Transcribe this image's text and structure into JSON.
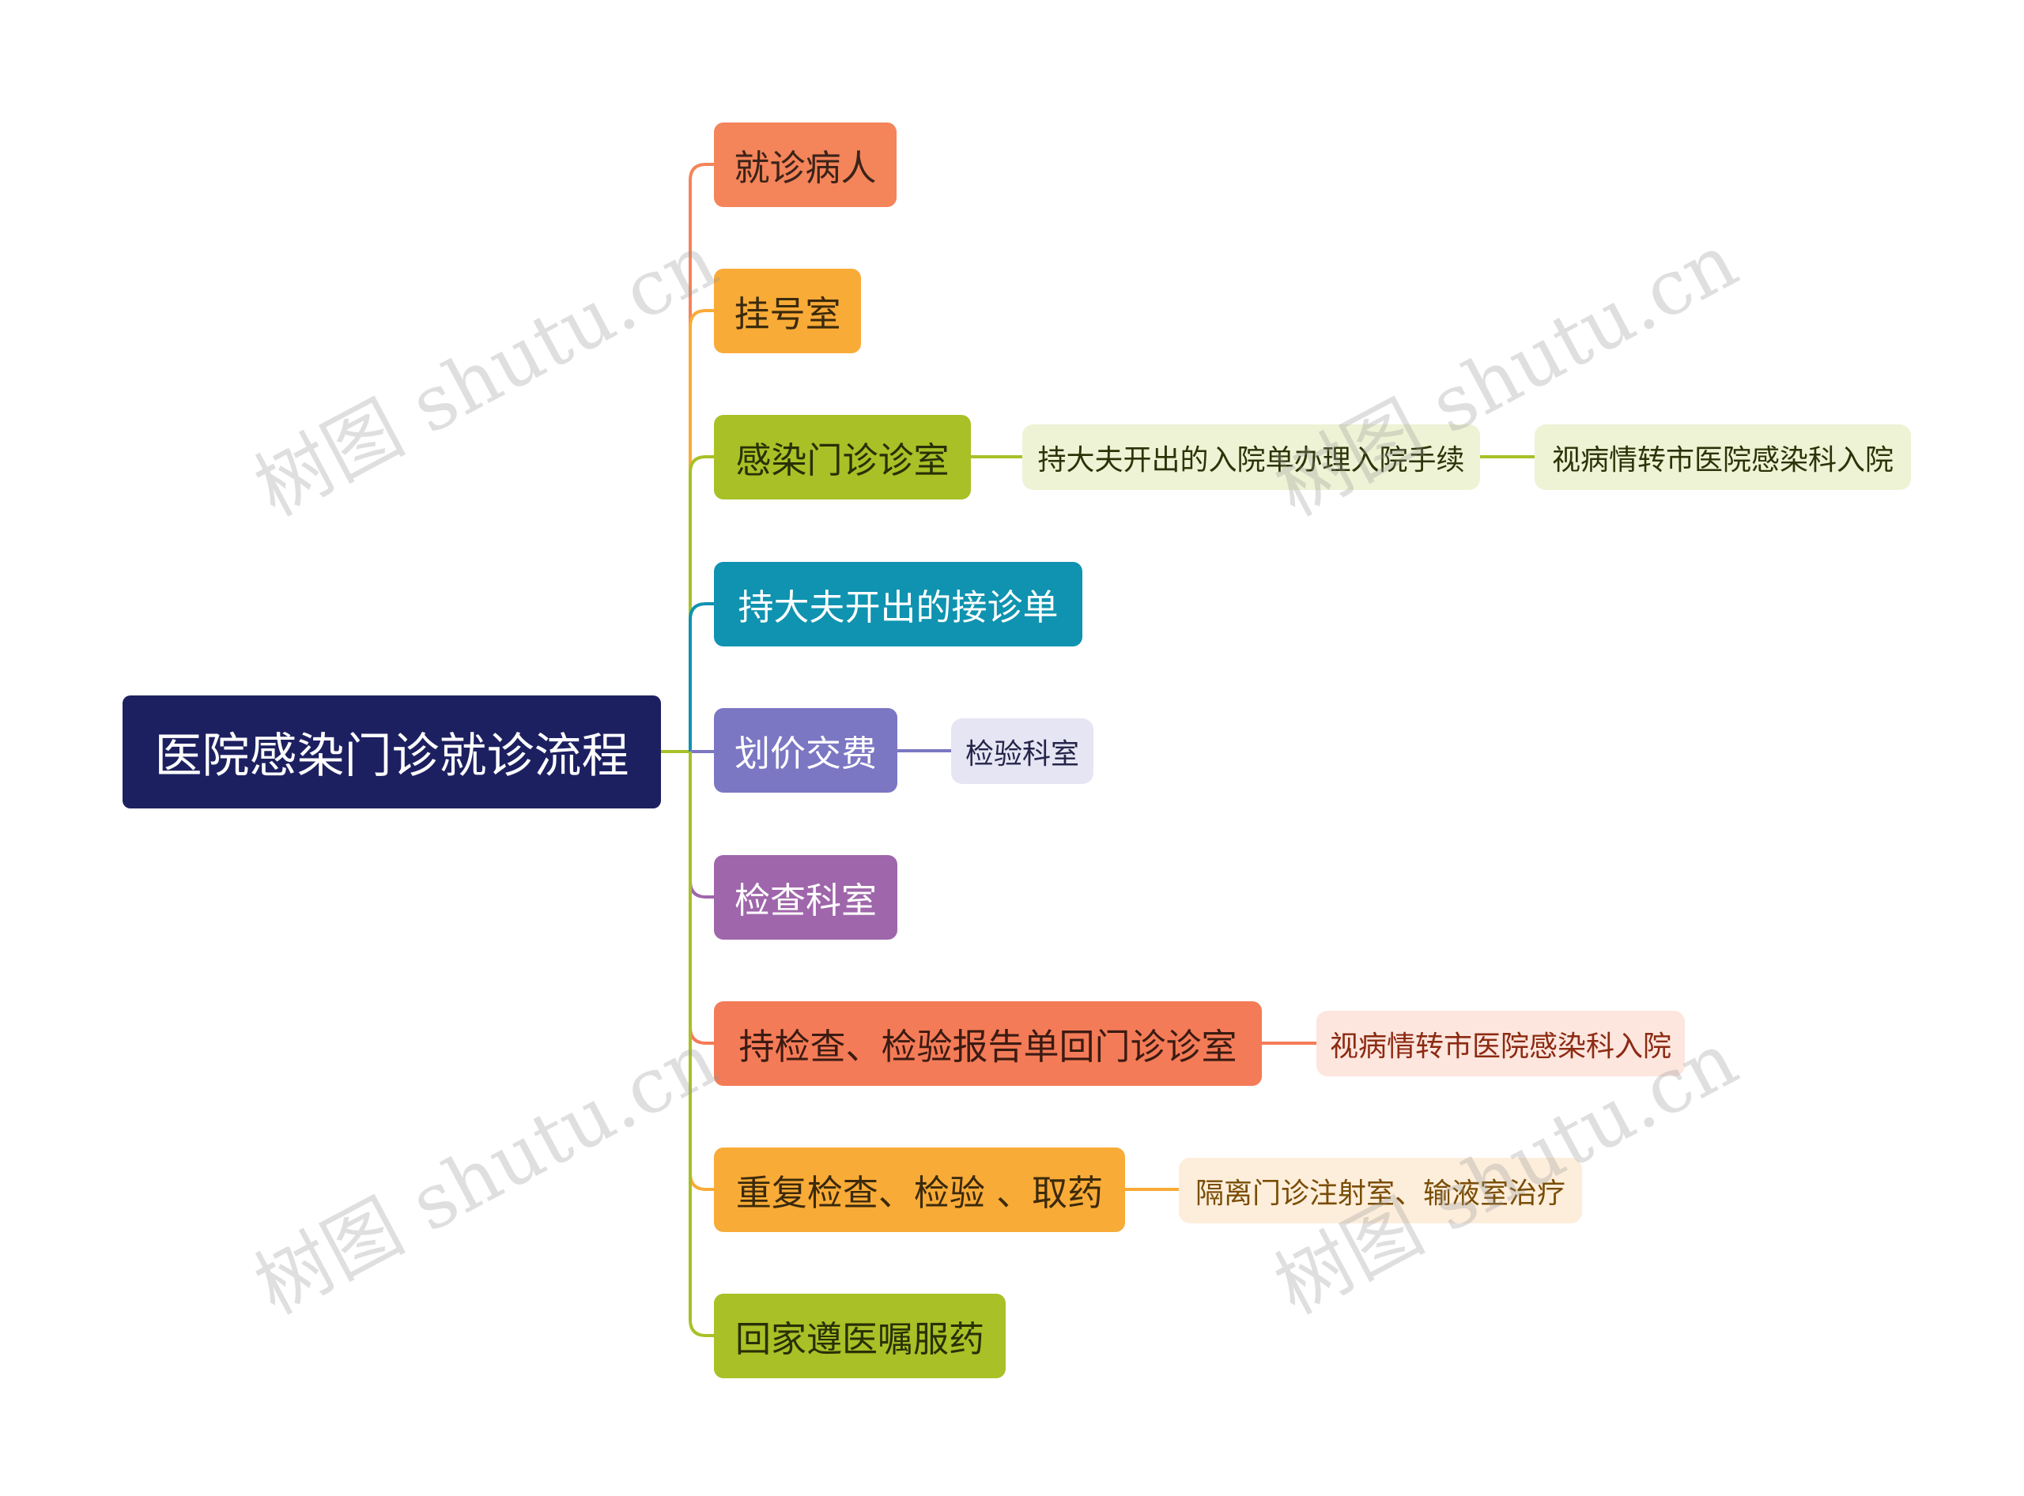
{
  "root": {
    "label": "医院感染门诊就诊流程"
  },
  "branches": [
    {
      "label": "就诊病人"
    },
    {
      "label": "挂号室"
    },
    {
      "label": "感染门诊诊室"
    },
    {
      "label": "持大夫开出的接诊单"
    },
    {
      "label": "划价交费"
    },
    {
      "label": "检查科室"
    },
    {
      "label": "持检查、检验报告单回门诊诊室"
    },
    {
      "label": "重复检查、检验 、取药"
    },
    {
      "label": "回家遵医嘱服药"
    }
  ],
  "leaves": [
    {
      "label": "持大夫开出的入院单办理入院手续"
    },
    {
      "label": "视病情转市医院感染科入院"
    },
    {
      "label": "检验科室"
    },
    {
      "label": "视病情转市医院感染科入院"
    },
    {
      "label": "隔离门诊注射室、输液室治疗"
    }
  ],
  "watermark": "树图 shutu.cn",
  "colors": {
    "root": "#1d2060",
    "orange_red": "#f4845a",
    "orange": "#f9ab37",
    "lime": "#a9c027",
    "teal": "#0f93b0",
    "lavender": "#7b77c3",
    "purple": "#9f66ab"
  }
}
